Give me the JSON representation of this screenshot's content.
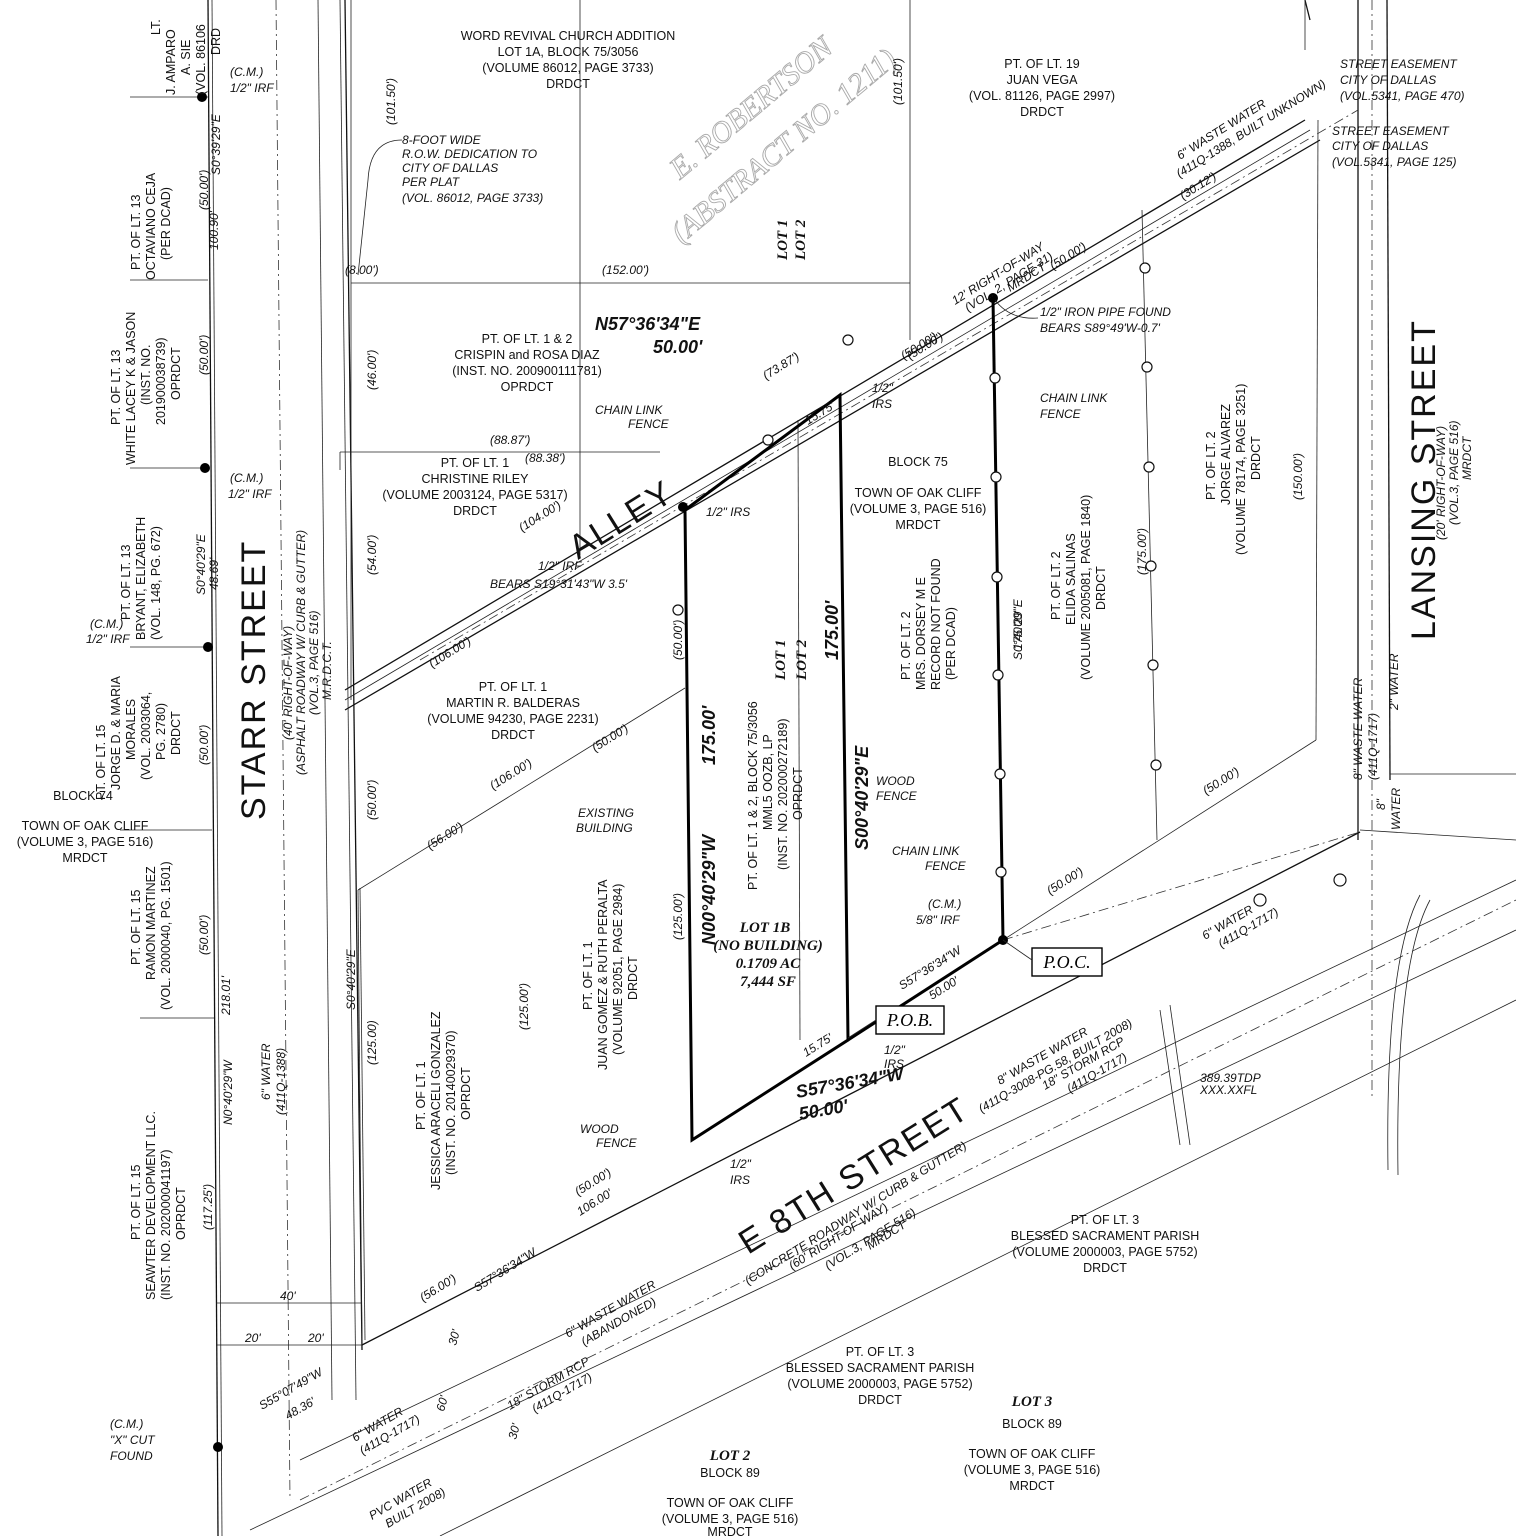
{
  "streets": {
    "starr": "STARR STREET",
    "starr_row": "(40' RIGHT-OF-WAY)",
    "starr_paving": "(ASPHALT ROADWAY W/ CURB & GUTTER)",
    "starr_ref": "(VOL.3, PAGE 516)",
    "starr_ref2": "M.R.D.C.T.",
    "lansing": "LANSING STREET",
    "lansing_row": "(20' RIGHT-OF-WAY)",
    "lansing_ref": "(VOL.3, PAGE 516)",
    "lansing_ref2": "MRDCT",
    "e8th": "E 8TH STREET",
    "e8th_row": "(60' RIGHT-OF-WAY)",
    "e8th_paving": "(CONCRETE ROADWAY W/ CURB & GUTTER)",
    "e8th_ref": "(VOL.3, PAGE 516)",
    "e8th_ref2": "MRDCT",
    "alley": "ALLEY",
    "alley_row": "12' RIGHT-OF-WAY",
    "alley_ref": "(VOL. 2, PAGE 31)",
    "alley_ref2": "MRDCT"
  },
  "subject": {
    "lot": "LOT 1B",
    "note": "(NO BUILDING)",
    "acres": "0.1709 AC",
    "sqft": "7,444 SF",
    "call_north": "N57°36'34\"E",
    "call_north_dist": "50.00'",
    "call_south": "S57°36'34\"W",
    "call_south_dist": "50.00'",
    "call_west": "N00°40'29\"W",
    "call_west_dist": "175.00'",
    "call_east": "S00°40'29\"E",
    "call_east_dist": "175.00'",
    "pob": "P.O.B.",
    "poc": "P.O.C."
  },
  "parcels": {
    "church": [
      "WORD REVIVAL CHURCH ADDITION",
      "LOT 1A, BLOCK 75/3056",
      "(VOLUME 86012, PAGE 3733)",
      "DRDCT"
    ],
    "vega": [
      "PT. OF LT. 19",
      "JUAN VEGA",
      "(VOL. 81126, PAGE 2997)",
      "DRDCT"
    ],
    "diaz": [
      "PT. OF LT. 1 & 2",
      "CRISPIN and ROSA DIAZ",
      "(INST. NO. 200900111781)",
      "OPRDCT"
    ],
    "riley": [
      "PT. OF LT. 1",
      "CHRISTINE RILEY",
      "(VOLUME 2003124, PAGE 5317)",
      "DRDCT"
    ],
    "balderas": [
      "PT. OF LT. 1",
      "MARTIN R. BALDERAS",
      "(VOLUME 94230, PAGE 2231)",
      "DRDCT"
    ],
    "block75": [
      "BLOCK 75",
      "TOWN OF OAK CLIFF",
      "(VOLUME 3, PAGE 516)",
      "MRDCT"
    ],
    "mml5": [
      "PT. OF LT. 1 & 2, BLOCK 75/3056",
      "MML5 OOZB, LP",
      "(INST. NO. 202000272189)",
      "OPRDCT"
    ],
    "dorsey": [
      "PT. OF LT. 2",
      "MRS. DORSEY M E",
      "RECORD NOT FOUND",
      "(PER DCAD)"
    ],
    "salinas": [
      "PT. OF LT. 2",
      "ELIDA SALINAS",
      "(VOLUME 2005081, PAGE 1840)",
      "DRDCT"
    ],
    "alvarez": [
      "PT. OF LT. 2",
      "JORGE ALVAREZ",
      "(VOLUME 78174, PAGE 3251)",
      "DRDCT"
    ],
    "peralta": [
      "PT. OF LT. 1",
      "JUAN GOMEZ & RUTH PERALTA",
      "(VOLUME 92051, PAGE 2984)",
      "DRDCT"
    ],
    "gonzalez": [
      "PT. OF LT. 1",
      "JESSICA ARACELI GONZALEZ",
      "(INST. NO. 20140029370)",
      "OPRDCT"
    ],
    "parish1": [
      "PT. OF LT. 3",
      "BLESSED SACRAMENT PARISH",
      "(VOLUME 2000003, PAGE 5752)",
      "DRDCT"
    ],
    "parish2": [
      "PT. OF LT. 3",
      "BLESSED SACRAMENT PARISH",
      "(VOLUME 2000003, PAGE 5752)",
      "DRDCT"
    ],
    "lot3": [
      "LOT 3",
      "BLOCK 89",
      "TOWN OF OAK CLIFF",
      "(VOLUME 3, PAGE 516)",
      "MRDCT"
    ],
    "lot2": [
      "LOT 2",
      "BLOCK 89",
      "TOWN OF OAK CLIFF",
      "(VOLUME 3, PAGE 516)",
      "MRDCT"
    ],
    "ceja": [
      "PT. OF LT. 13",
      "OCTAVIANO CEJA",
      "(PER DCAD)"
    ],
    "white": [
      "PT. OF LT. 13",
      "WHITE LACEY K & JASON",
      "(INST. NO.",
      "201900038739)",
      "OPRDCT"
    ],
    "bryant": [
      "PT. OF LT. 13",
      "BRYANT, ELIZABETH",
      "(VOL. 148, PG. 672)"
    ],
    "morales": [
      "PT. OF LT. 15",
      "JORGE D. & MARIA",
      "MORALES",
      "(VOL. 2003064,",
      "PG. 2780)",
      "DRDCT"
    ],
    "martinez": [
      "PT. OF LT. 15",
      "RAMON MARTINEZ",
      "(VOL. 2000040, PG. 1501)"
    ],
    "seawter": [
      "PT. OF LT. 15",
      "SEAWTER DEVELOPMENT LLC.",
      "(INST. NO. 202000041197)",
      "OPRDCT"
    ],
    "block74": [
      "BLOCK 74",
      "TOWN OF OAK CLIFF",
      "(VOLUME 3, PAGE 516)",
      "MRDCT"
    ],
    "amparo": [
      "LT.",
      "J. AMPARO",
      "A. SIE",
      "(VOL. 86106",
      "DRD"
    ]
  },
  "abstract": [
    "E. ROBERTSON",
    "(ABSTRACT NO. 1211)"
  ],
  "notes": {
    "row_dedication": [
      "8-FOOT WIDE",
      "R.O.W. DEDICATION TO",
      "CITY OF DALLAS",
      "PER PLAT",
      "(VOL. 86012, PAGE 3733)"
    ],
    "easement1": [
      "STREET EASEMENT",
      "CITY OF DALLAS",
      "(VOL.5341, PAGE 470)"
    ],
    "easement2": [
      "STREET EASEMENT",
      "CITY OF DALLAS",
      "(VOL.5341, PAGE 125)"
    ],
    "iron_pipe": [
      "1/2\" IRON PIPE FOUND",
      "BEARS S89°49'W-0.7'"
    ],
    "irf_bears": [
      "1/2\" IRF",
      "BEARS S19°31'43\"W 3.5'"
    ],
    "chain1": [
      "CHAIN LINK",
      "FENCE"
    ],
    "chain2": [
      "CHAIN LINK",
      "FENCE"
    ],
    "chain3": [
      "CHAIN LINK",
      "FENCE"
    ],
    "wood1": [
      "WOOD",
      "FENCE"
    ],
    "wood2": [
      "WOOD",
      "FENCE"
    ],
    "existing": [
      "EXISTING",
      "BUILDING"
    ],
    "irs1": [
      "1/2\"",
      "IRS"
    ],
    "irs2": "1/2\" IRS",
    "irs3": [
      "1/2\"",
      "IRS"
    ],
    "irs4": [
      "1/2\"",
      "IRS"
    ],
    "cm_irf1": [
      "(C.M.)",
      "1/2\" IRF"
    ],
    "cm_irf2": [
      "(C.M.)",
      "1/2\" IRF"
    ],
    "cm_irf3": [
      "(C.M.)",
      "1/2\" IRF"
    ],
    "cm_58": [
      "(C.M.)",
      "5/8\" IRF"
    ],
    "cm_x": [
      "(C.M.)",
      "\"X\" CUT",
      "FOUND"
    ],
    "tdp": [
      "389.39TDP",
      "XXX.XXFL"
    ],
    "lot1": "LOT 1",
    "lot2": "LOT 2",
    "lot1b": "LOT 1",
    "lot2b": "LOT 2"
  },
  "utilities": {
    "ww_alley": [
      "6\" WASTE WATER",
      "(411Q-1388, BUILT UNKNOWN)"
    ],
    "ww_8th": [
      "8\" WASTE WATER",
      "(411Q-3008-PG.58, BUILT 2008)"
    ],
    "storm1": [
      "18\" STORM RCP",
      "(411Q-1717)"
    ],
    "storm2": [
      "18\" STORM RCP",
      "(411Q-1717)"
    ],
    "water_8th": [
      "6\" WATER",
      "(411Q-1717)"
    ],
    "water_sw": [
      "6\" WATER",
      "(411Q-1717)"
    ],
    "water_starr": [
      "6\" WATER",
      "(411Q-1388)"
    ],
    "ww_aband": [
      "6\" WASTE WATER",
      "(ABANDONED)"
    ],
    "pvc": [
      "PVC WATER",
      "BUILT 2008)"
    ],
    "lansing_ww": [
      "8\" WASTE WATER",
      "(411Q-1717)"
    ],
    "lansing_water": "2\" WATER",
    "lansing_8water": [
      "8\"",
      "WATER"
    ]
  },
  "dims": {
    "d101a": "(101.50')",
    "d101b": "(101.50')",
    "d152": "(152.00')",
    "d8": "(8.00')",
    "d73": "(73.87')",
    "d50a": "(50.00')",
    "d50b": "(50.00')",
    "d30": "(30.12')",
    "d88a": "(88.87')",
    "d88b": "(88.38')",
    "d104": "(104.00')",
    "d106a": "(106.00')",
    "d106b": "(106.00')",
    "d50c": "(50.00')",
    "d56": "(56.00')",
    "d46": "(46.00')",
    "d54": "(54.00')",
    "d50d": "(50.00')",
    "d125a": "(125.00)",
    "d125b": "(125.00')",
    "d125c": "(125.00')",
    "d50e": "(50.00')",
    "d175": "(175.00')",
    "d150": "(150.00')",
    "d50f": "(50.00')",
    "d50g": "(50.00')",
    "d15a": "15.75'",
    "d15b": "15.75'",
    "d106c": "106.00'",
    "d50h": "(50.00')",
    "d56b": "(56.00')",
    "s57a": "S57°36'34\"W",
    "s57b": "S57°36'34\"W",
    "d50i": "50.00'",
    "d5000": "(50.00')",
    "starr_s1": "S0°39'29\"E",
    "starr_s2": "S0°40'29\"E",
    "starr_s3": "S0°40'29\"E",
    "starr_n": "N0°40'29\"W",
    "d4869": "48.69'",
    "d218": "218.01'",
    "d100": "100.90'",
    "d5000a": "(50.00')",
    "d5000b": "(50.00')",
    "d5000c": "(50.00')",
    "d5000d": "(50.00')",
    "d11725": "(117.25')",
    "d40": "40'",
    "d20a": "20'",
    "d20b": "20'",
    "s55": "S55°07'49\"W",
    "d4836": "48.36'",
    "d30b": "30'",
    "d60": "60'",
    "d30c": "30'",
    "s0b": "S0°40'29\"E",
    "d175b": "175.00'"
  }
}
